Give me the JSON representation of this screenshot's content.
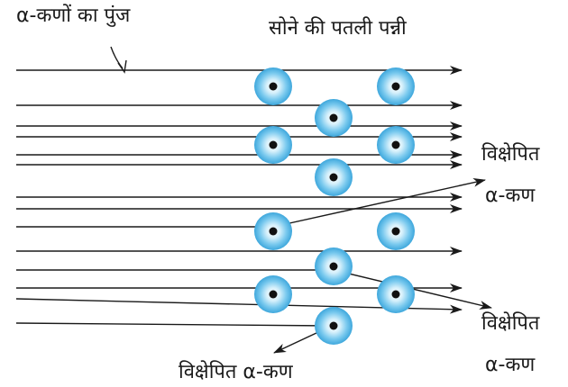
{
  "labels": {
    "beam": "α-कणों का पुंज",
    "foil": "सोने की पतली पन्नी",
    "scattered_upper_line1": "विक्षेपित",
    "scattered_upper_line2": "α-कण",
    "scattered_lower_line1": "विक्षेपित",
    "scattered_lower_line2": "α-कण",
    "scattered_bottom": "विक्षेपित α-कण"
  },
  "colors": {
    "nucleus_halo": "#3ea7dc",
    "nucleus_core": "#111111",
    "line": "#1a1a1a"
  }
}
